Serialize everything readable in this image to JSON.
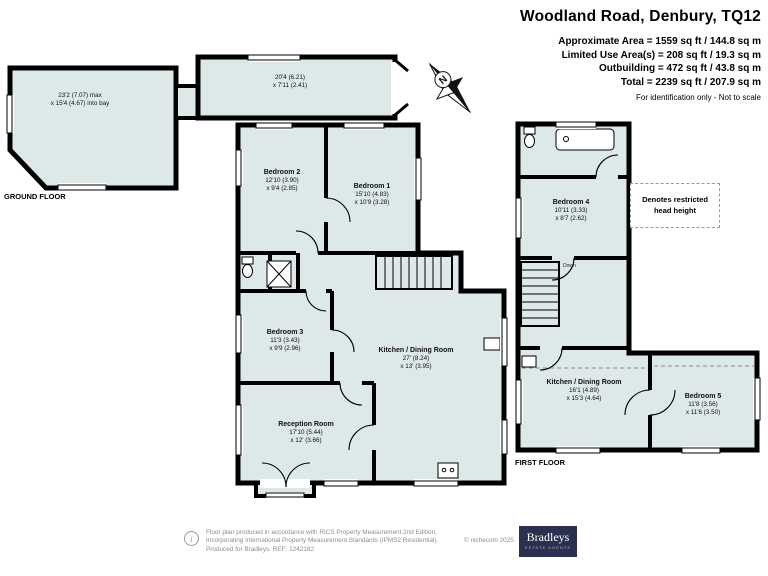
{
  "header": {
    "title": "Woodland Road, Denbury, TQ12",
    "area_lines": [
      "Approximate Area = 1559 sq ft / 144.8 sq m",
      "Limited Use Area(s) = 208 sq ft / 19.3 sq m",
      "Outbuilding = 472 sq ft / 43.8 sq m",
      "Total = 2239 sq ft / 207.9 sq m"
    ],
    "note": "For identification only - Not to scale"
  },
  "compass": {
    "letter": "N"
  },
  "floor_labels": {
    "ground": "GROUND FLOOR",
    "first": "FIRST FLOOR"
  },
  "legend": {
    "restricted_head_height": "Denotes restricted head height"
  },
  "stair_label": "Down",
  "rooms": {
    "outbuilding_main": {
      "dims1": "23'2 (7.07) max",
      "dims2": "x 15'4 (4.67) into bay"
    },
    "outbuilding_link": {
      "dims1": "20'4 (6.21)",
      "dims2": "x 7'11 (2.41)"
    },
    "bedroom2": {
      "name": "Bedroom 2",
      "dims1": "12'10 (3.90)",
      "dims2": "x 9'4 (2.85)"
    },
    "bedroom1": {
      "name": "Bedroom 1",
      "dims1": "15'10 (4.83)",
      "dims2": "x 10'9 (3.28)"
    },
    "bedroom3": {
      "name": "Bedroom 3",
      "dims1": "11'3 (3.43)",
      "dims2": "x 9'9 (2.96)"
    },
    "kitchen_dining_ground": {
      "name": "Kitchen / Dining Room",
      "dims1": "27' (8.24)",
      "dims2": "x 13' (3.95)"
    },
    "reception": {
      "name": "Reception Room",
      "dims1": "17'10 (5.44)",
      "dims2": "x 12' (3.66)"
    },
    "bedroom4": {
      "name": "Bedroom 4",
      "dims1": "10'11 (3.33)",
      "dims2": "x 8'7 (2.62)"
    },
    "kitchen_dining_first": {
      "name": "Kitchen / Dining Room",
      "dims1": "16'1 (4.89)",
      "dims2": "x 15'3 (4.64)"
    },
    "bedroom5": {
      "name": "Bedroom 5",
      "dims1": "11'8 (3.56)",
      "dims2": "x 11'6 (3.50)"
    }
  },
  "footer": {
    "line1": "Floor plan produced in accordance with RICS Property Measurement 2nd Edition,",
    "line2": "Incorporating International Property Measurement Standards (IPMS2 Residential).",
    "line3": "Produced for Bradleys.  REF: 1242182",
    "copyright": "© nichecom 2025.",
    "info_icon_glyph": "i",
    "brand_name": "Bradleys",
    "brand_tagline": "ESTATE AGENTS"
  },
  "colors": {
    "room_fill": "#dde8e9",
    "wall": "#000000",
    "brand_bg": "#2a3150",
    "footer_text": "#8c8c8c"
  }
}
